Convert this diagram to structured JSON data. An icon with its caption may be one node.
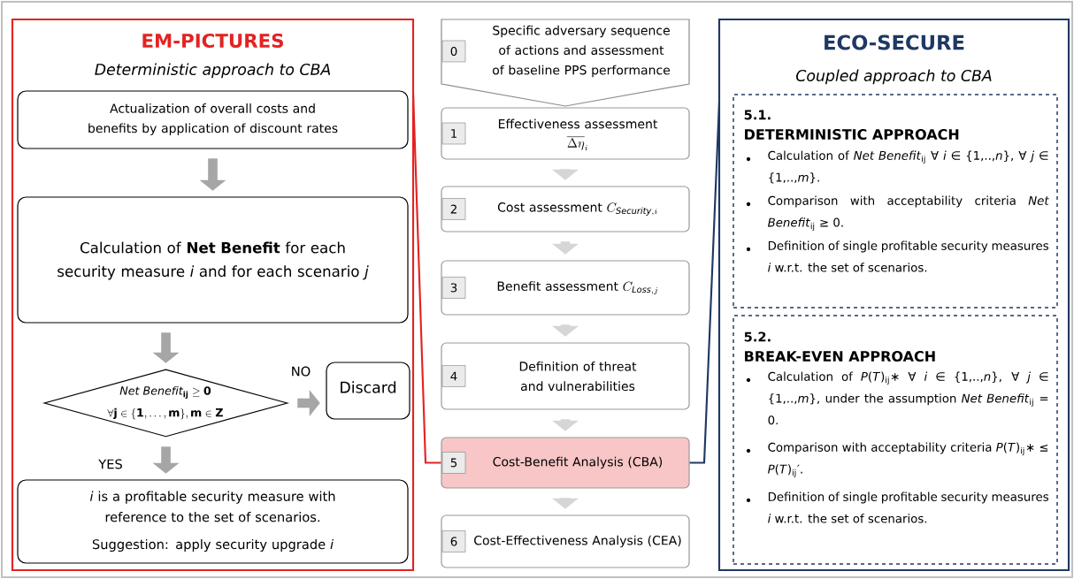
{
  "diagram": {
    "nodes": [
      {
        "text": [
          "EM-PICTURES",
          "Deterministic approach to CBA"
        ]
      },
      {
        "text": [
          "Actualization of overall costs and benefits by application of discount rates"
        ],
        "in": 0
      },
      {
        "text": [
          "Calculation of **Net Benefit** for each security measure *i* and for each scenario *j*"
        ],
        "in": 0
      },
      {
        "text": [
          "\\mathbf{\\mathit{Net\\ Benefit}_{ij} \\geq 0}",
          "\\forall \\mathbf{j} \\in \\{\\mathbf{1},\\ldots,\\mathbf{m}\\}, \\mathbf{m} \\in \\mathbf{Z}"
        ],
        "in": 0
      },
      {
        "text": [
          "Discard"
        ],
        "in": 0
      },
      {
        "text": [
          "*i* is a profitable security measure with reference to the set of scenarios.",
          "Suggestion: apply security upgrade *i*"
        ],
        "in": 0
      },
      {
        "text": [
          "0",
          "Specific adversary sequence of actions and assessment of baseline PPS performance"
        ]
      },
      {
        "text": [
          "1",
          "Effectiveness assessment",
          "\\overline{\\Delta\\eta}_{i}"
        ]
      },
      {
        "text": [
          "2",
          "Cost assessment",
          "C_{\\mathit{Security},i}"
        ]
      },
      {
        "text": [
          "3",
          "Benefit assessment",
          "C_{\\mathit{Loss},j}"
        ]
      },
      {
        "text": [
          "4",
          "Definition of threat and vulnerabilities"
        ]
      },
      {
        "text": [
          "5",
          "Cost-Benefit Analysis (CBA)"
        ]
      },
      {
        "text": [
          "6",
          "Cost-Effectiveness Analysis (CEA)"
        ]
      },
      {
        "text": [
          "ECO-SECURE",
          "Coupled approach to CBA"
        ]
      },
      {
        "text": [
          "5.1.",
          "DETERMINISTIC APPROACH",
          "Calculation of *Net Benefit*$_{ij}$ ∀ *i* ∈ {1,..,*n*}, ∀ *j* ∈ {1,..,*m*}.",
          "Comparison with acceptability criteria *Net Benefit*$_{ij}$ ≥ 0.",
          "Definition of single profitable security measures *i* w.r.t. the set of scenarios."
        ],
        "in": 13
      },
      {
        "text": [
          "5.2.",
          "BREAK-EVEN APPROACH",
          "Calculation of *P*(*T*)$_{ij}$∗ ∀ *i* ∈ {1,..,*n*}, ∀ *j* ∈ {1,..,*m*}, under the assumption *Net Benefit*$_{ij}$ = 0.",
          "Comparison with acceptability criteria *P*(*T*)$_{ij}$∗ ≤ *P*(*T*)$_{ij}$′.",
          "Definition of single profitable security measures *i* w.r.t. the set of scenarios."
        ],
        "in": 13
      }
    ],
    "edges": [
      {
        "from": 1,
        "to": 2,
        "arrow": "to",
        "color": "#a6a6a6"
      },
      {
        "from": 2,
        "to": 3,
        "arrow": "to",
        "color": "#a6a6a6"
      },
      {
        "from": 3,
        "to": 4,
        "arrow": "to",
        "label": "NO",
        "color": "#a6a6a6"
      },
      {
        "from": 3,
        "to": 5,
        "arrow": "to",
        "label": "YES",
        "color": "#a6a6a6"
      },
      {
        "from": 7,
        "to": 8,
        "arrow": "to"
      },
      {
        "from": 8,
        "to": 9,
        "arrow": "to"
      },
      {
        "from": 9,
        "to": 10,
        "arrow": "to"
      },
      {
        "from": 10,
        "to": 11,
        "arrow": "to"
      },
      {
        "from": 11,
        "to": 12,
        "arrow": "to"
      },
      {
        "from": 11,
        "to": 0,
        "arrow": "none",
        "color": "#e32322"
      },
      {
        "from": 11,
        "to": 13,
        "arrow": "none",
        "color": "#1f3864"
      }
    ]
  }
}
